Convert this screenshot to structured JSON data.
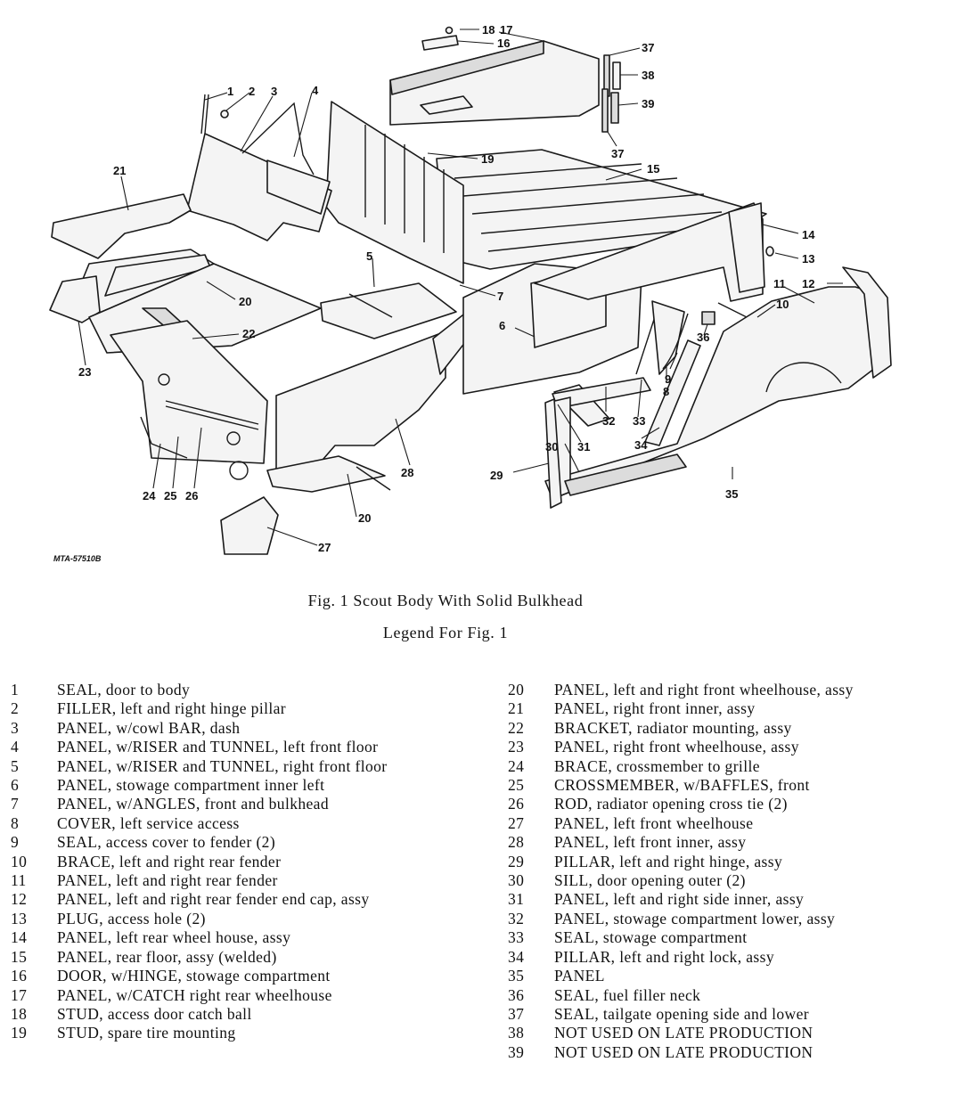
{
  "figure": {
    "code": "MTA-57510B",
    "caption": "Fig. 1  Scout Body  With Solid  Bulkhead",
    "legend_title": "Legend For Fig. 1",
    "callouts": [
      "1",
      "2",
      "3",
      "4",
      "5",
      "6",
      "7",
      "8",
      "9",
      "10",
      "11",
      "12",
      "13",
      "14",
      "15",
      "16",
      "17",
      "18",
      "19",
      "20",
      "20",
      "21",
      "22",
      "23",
      "24",
      "25",
      "26",
      "27",
      "28",
      "29",
      "30",
      "31",
      "32",
      "33",
      "34",
      "35",
      "36",
      "37",
      "37",
      "38",
      "39"
    ]
  },
  "legend": {
    "left": [
      {
        "num": "1",
        "text": "SEAL,  door to body"
      },
      {
        "num": "2",
        "text": "FILLER,  left and right hinge pillar"
      },
      {
        "num": "3",
        "text": "PANEL,  w/cowl BAR,  dash"
      },
      {
        "num": "4",
        "text": "PANEL,  w/RISER and TUNNEL, left front floor"
      },
      {
        "num": "5",
        "text": "PANEL, w/RISER and TUNNEL, right front floor"
      },
      {
        "num": "6",
        "text": "PANEL,  stowage compartment inner left"
      },
      {
        "num": "7",
        "text": "PANEL, w/ANGLES,  front and bulkhead"
      },
      {
        "num": "8",
        "text": "COVER,  left service access"
      },
      {
        "num": "9",
        "text": "SEAL,  access cover to fender (2)"
      },
      {
        "num": "10",
        "text": "BRACE,  left and right rear fender"
      },
      {
        "num": "11",
        "text": "PANEL,  left and right rear fender"
      },
      {
        "num": "12",
        "text": "PANEL,  left and right rear fender end cap, assy"
      },
      {
        "num": "13",
        "text": "PLUG,  access hole (2)"
      },
      {
        "num": "14",
        "text": "PANEL,  left rear wheel house,  assy"
      },
      {
        "num": "15",
        "text": "PANEL,  rear floor,  assy (welded)"
      },
      {
        "num": "16",
        "text": "DOOR,  w/HINGE,  stowage compartment"
      },
      {
        "num": "17",
        "text": "PANEL,  w/CATCH right rear wheelhouse"
      },
      {
        "num": "18",
        "text": "STUD,  access door catch ball"
      },
      {
        "num": "19",
        "text": "STUD,  spare tire mounting"
      }
    ],
    "right": [
      {
        "num": "20",
        "text": "PANEL,  left and right front wheelhouse, assy"
      },
      {
        "num": "21",
        "text": "PANEL,  right front inner,  assy"
      },
      {
        "num": "22",
        "text": "BRACKET,  radiator mounting,  assy"
      },
      {
        "num": "23",
        "text": "PANEL,  right front wheelhouse,  assy"
      },
      {
        "num": "24",
        "text": "BRACE,  crossmember to grille"
      },
      {
        "num": "25",
        "text": "CROSSMEMBER, w/BAFFLES,  front"
      },
      {
        "num": "26",
        "text": "ROD,  radiator opening cross tie (2)"
      },
      {
        "num": "27",
        "text": "PANEL,  left front wheelhouse"
      },
      {
        "num": "28",
        "text": "PANEL,  left front inner,  assy"
      },
      {
        "num": "29",
        "text": "PILLAR,  left and right hinge,  assy"
      },
      {
        "num": "30",
        "text": "SILL,  door opening outer (2)"
      },
      {
        "num": "31",
        "text": "PANEL,  left and right side inner,  assy"
      },
      {
        "num": "32",
        "text": "PANEL,  stowage compartment lower, assy"
      },
      {
        "num": "33",
        "text": "SEAL,  stowage compartment"
      },
      {
        "num": "34",
        "text": "PILLAR,  left and right lock,  assy"
      },
      {
        "num": "35",
        "text": "PANEL"
      },
      {
        "num": "36",
        "text": "SEAL,  fuel filler neck"
      },
      {
        "num": "37",
        "text": "SEAL,  tailgate opening side and lower"
      },
      {
        "num": "38",
        "text": "NOT USED ON LATE PRODUCTION"
      },
      {
        "num": "39",
        "text": "NOT USED ON LATE PRODUCTION"
      }
    ]
  }
}
